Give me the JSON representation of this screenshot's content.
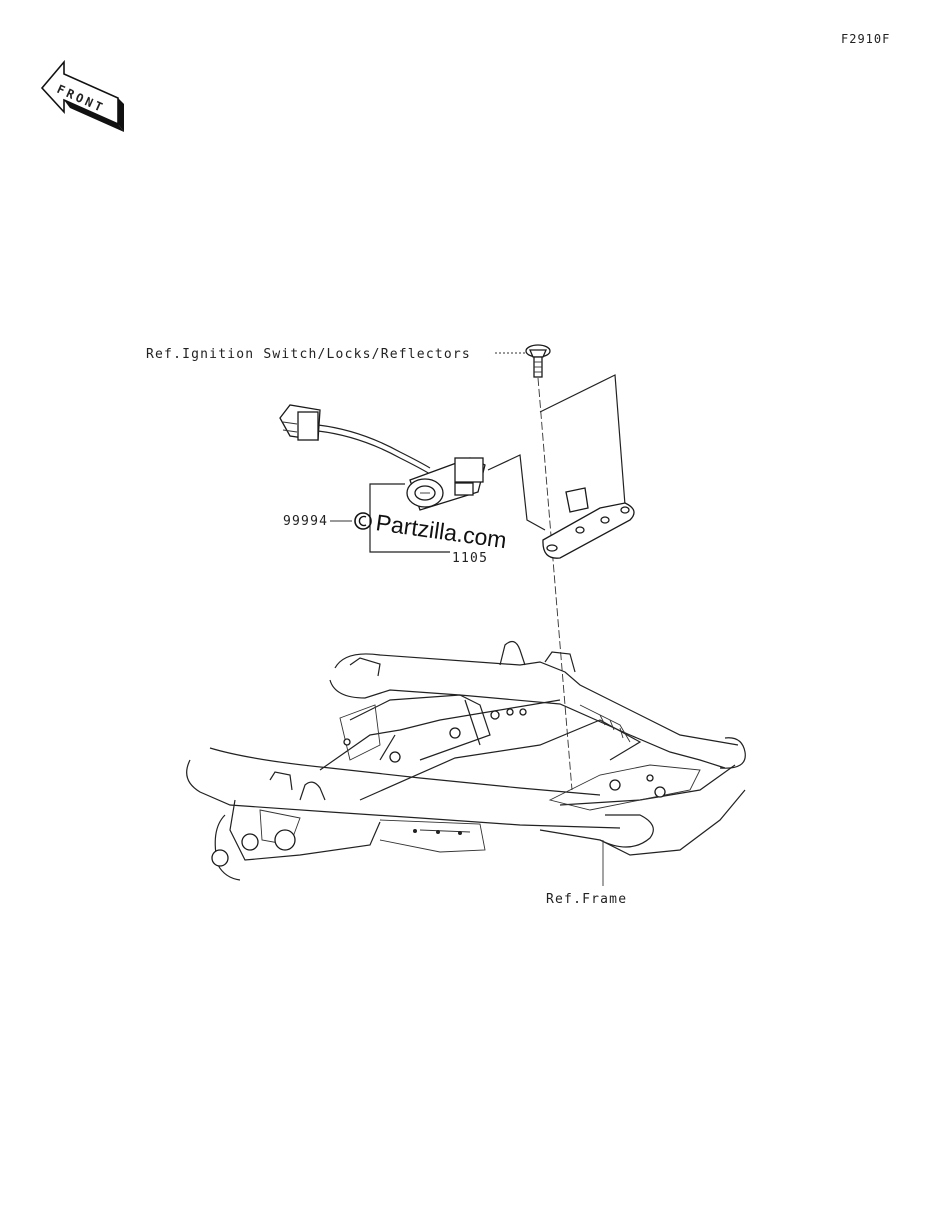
{
  "figure_code": "F2910F",
  "front_arrow_label": "FRONT",
  "labels": {
    "ref_ignition": "Ref.Ignition Switch/Locks/Reflectors",
    "ref_frame": "Ref.Frame",
    "part_99994": "99994",
    "part_11051_partial": "1105"
  },
  "watermark": "Partzilla.com",
  "icons": [
    "front-arrow-icon",
    "copyright-icon"
  ]
}
